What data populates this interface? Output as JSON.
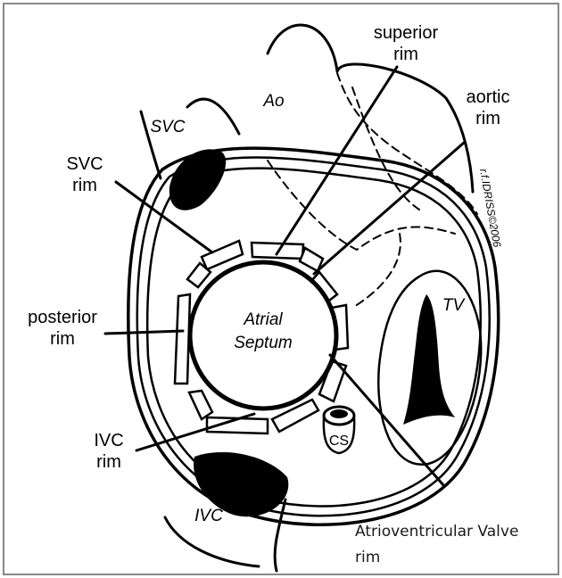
{
  "labels": {
    "superior_rim": [
      "superior",
      "rim"
    ],
    "aortic_rim": [
      "aortic",
      "rim"
    ],
    "svc_rim": [
      "SVC",
      "rim"
    ],
    "posterior_rim": [
      "posterior",
      "rim"
    ],
    "ivc_rim": [
      "IVC",
      "rim"
    ],
    "av_valve_rim": [
      "Atrioventricular Valve",
      "rim"
    ],
    "atrial_septum": [
      "Atrial",
      "Septum"
    ],
    "ao": "Ao",
    "svc": "SVC",
    "ivc": "IVC",
    "tv": "TV",
    "cs": "CS",
    "copyright": "r.f.IDRISS©2006"
  },
  "colors": {
    "ink": "#000000",
    "paper": "#ffffff",
    "frame": "#888888"
  }
}
